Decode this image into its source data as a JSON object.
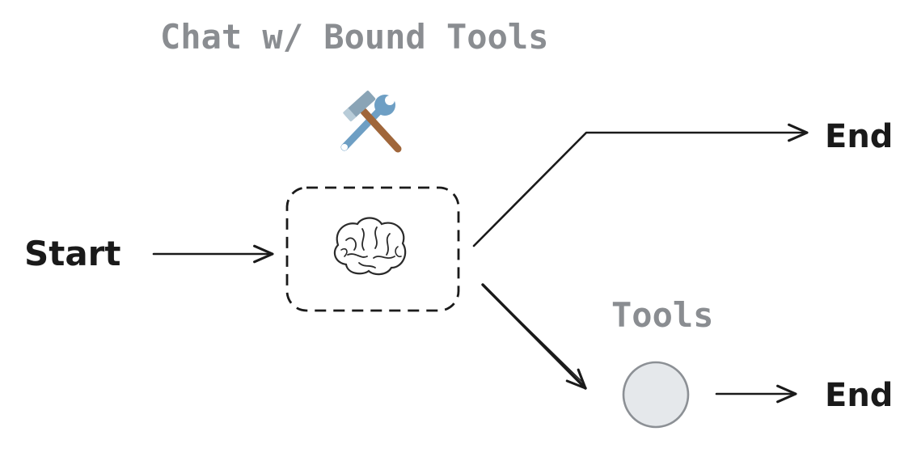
{
  "title": "Chat w/ Bound Tools",
  "start_label": "Start",
  "end_label_top": "End",
  "tools_label": "Tools",
  "end_label_bottom": "End",
  "icons": {
    "tools": "hammer-and-wrench-icon",
    "brain": "brain-icon"
  },
  "colors": {
    "title": "#8a8d91",
    "stroke": "#1a1a1a",
    "tools_node_fill": "#e5e8eb",
    "tools_node_stroke": "#8c9095"
  }
}
